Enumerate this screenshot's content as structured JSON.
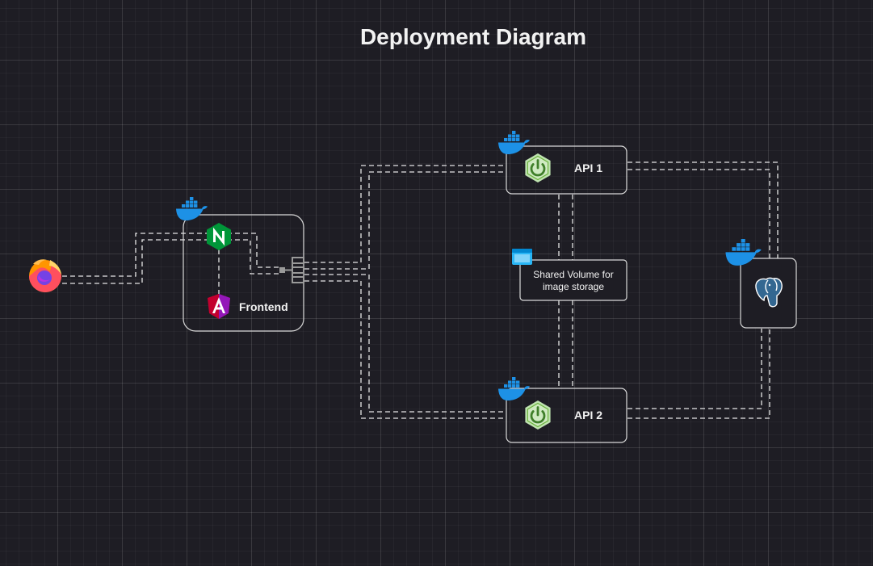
{
  "diagram": {
    "title": "Deployment Diagram",
    "frontend_label": "Frontend",
    "api1_label": "API 1",
    "api2_label": "API 2",
    "volume_label_line1": "Shared Volume for",
    "volume_label_line2": "image storage"
  },
  "icons": {
    "browser": "firefox-icon",
    "container": "docker-icon",
    "proxy": "nginx-icon",
    "framework": "angular-icon",
    "backend": "spring-icon",
    "database": "postgresql-icon",
    "volume": "folder-icon",
    "load_balancer": "load-balancer-icon"
  },
  "colors": {
    "background": "#1e1d24",
    "docker": "#1d91e6",
    "nginx": "#009639",
    "spring": "#6db33f",
    "angular": "#dd0031",
    "firefox": "#ff7139",
    "postgres": "#336791",
    "volume": "#29b6f6"
  }
}
